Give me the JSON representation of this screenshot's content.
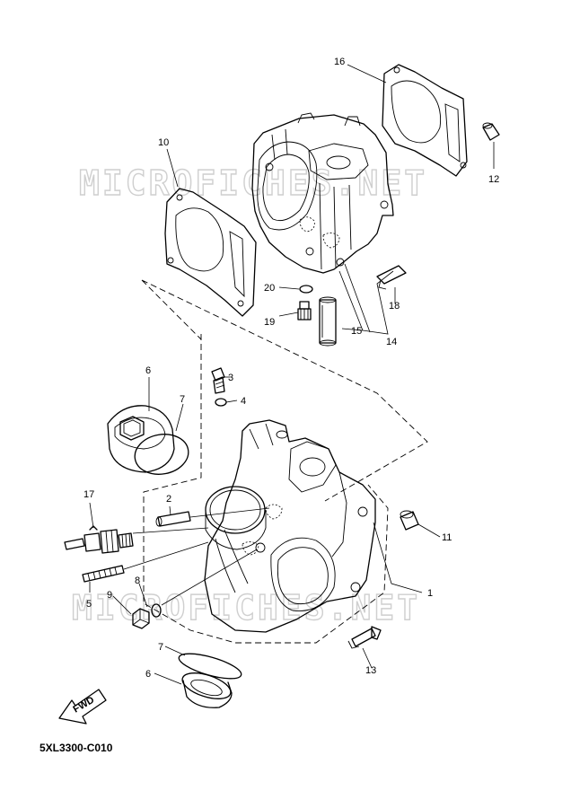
{
  "diagram": {
    "drawing_code": "5XL3300-C010",
    "watermark": "MICROFICHES.NET",
    "direction_label": "FWD",
    "callouts": [
      "1",
      "2",
      "3",
      "4",
      "5",
      "6",
      "7",
      "8",
      "9",
      "10",
      "11",
      "12",
      "13",
      "14",
      "15",
      "16",
      "17",
      "18",
      "19",
      "20"
    ],
    "second_callouts": {
      "6": "6",
      "7": "7"
    }
  }
}
